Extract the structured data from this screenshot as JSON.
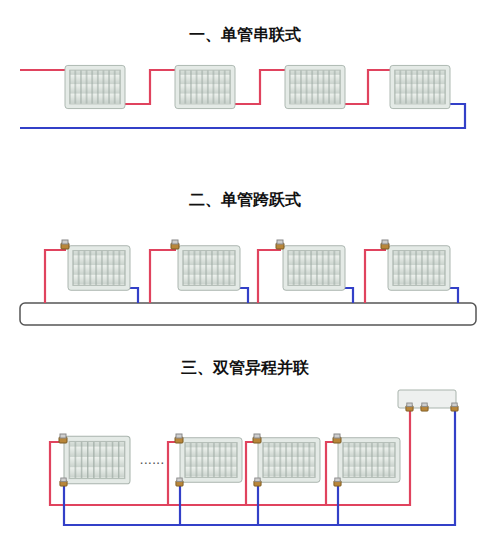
{
  "diagram": {
    "labels": [
      "一、单管串联式",
      "二、单管跨跃式",
      "三、双管异程并联",
      "......"
    ]
  }
}
